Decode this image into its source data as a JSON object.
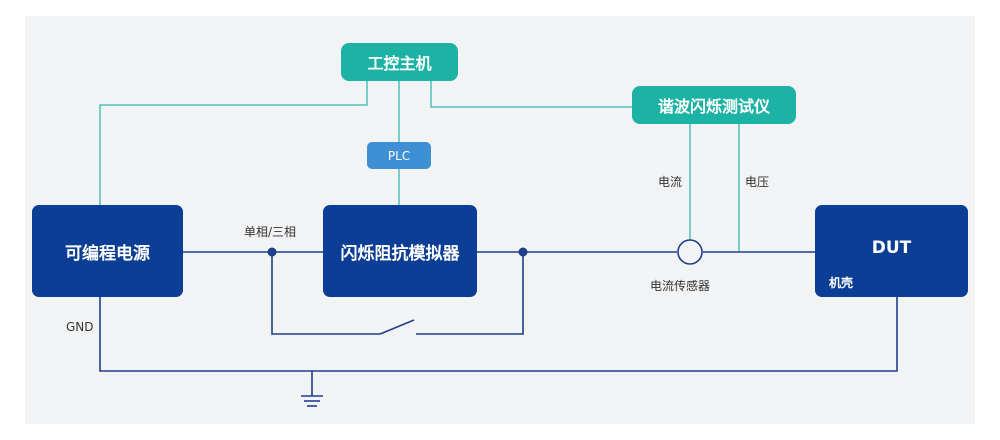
{
  "nodes": {
    "ipc": "工控主机",
    "harmonic_tester": "谐波闪烁测试仪",
    "plc": "PLC",
    "power_supply": "可编程电源",
    "flicker_simulator": "闪烁阻抗模拟器",
    "dut": "DUT",
    "dut_chassis": "机壳"
  },
  "labels": {
    "phase": "单相/三相",
    "current": "电流",
    "voltage": "电压",
    "current_sensor": "电流传感器",
    "gnd": "GND"
  },
  "colors": {
    "navy_block": "#0b3e94",
    "teal_block": "#1db3a4",
    "plc_block": "#3e8fd4",
    "teal_wire": "#3ab7ad",
    "navy_wire": "#1f3f8a"
  }
}
